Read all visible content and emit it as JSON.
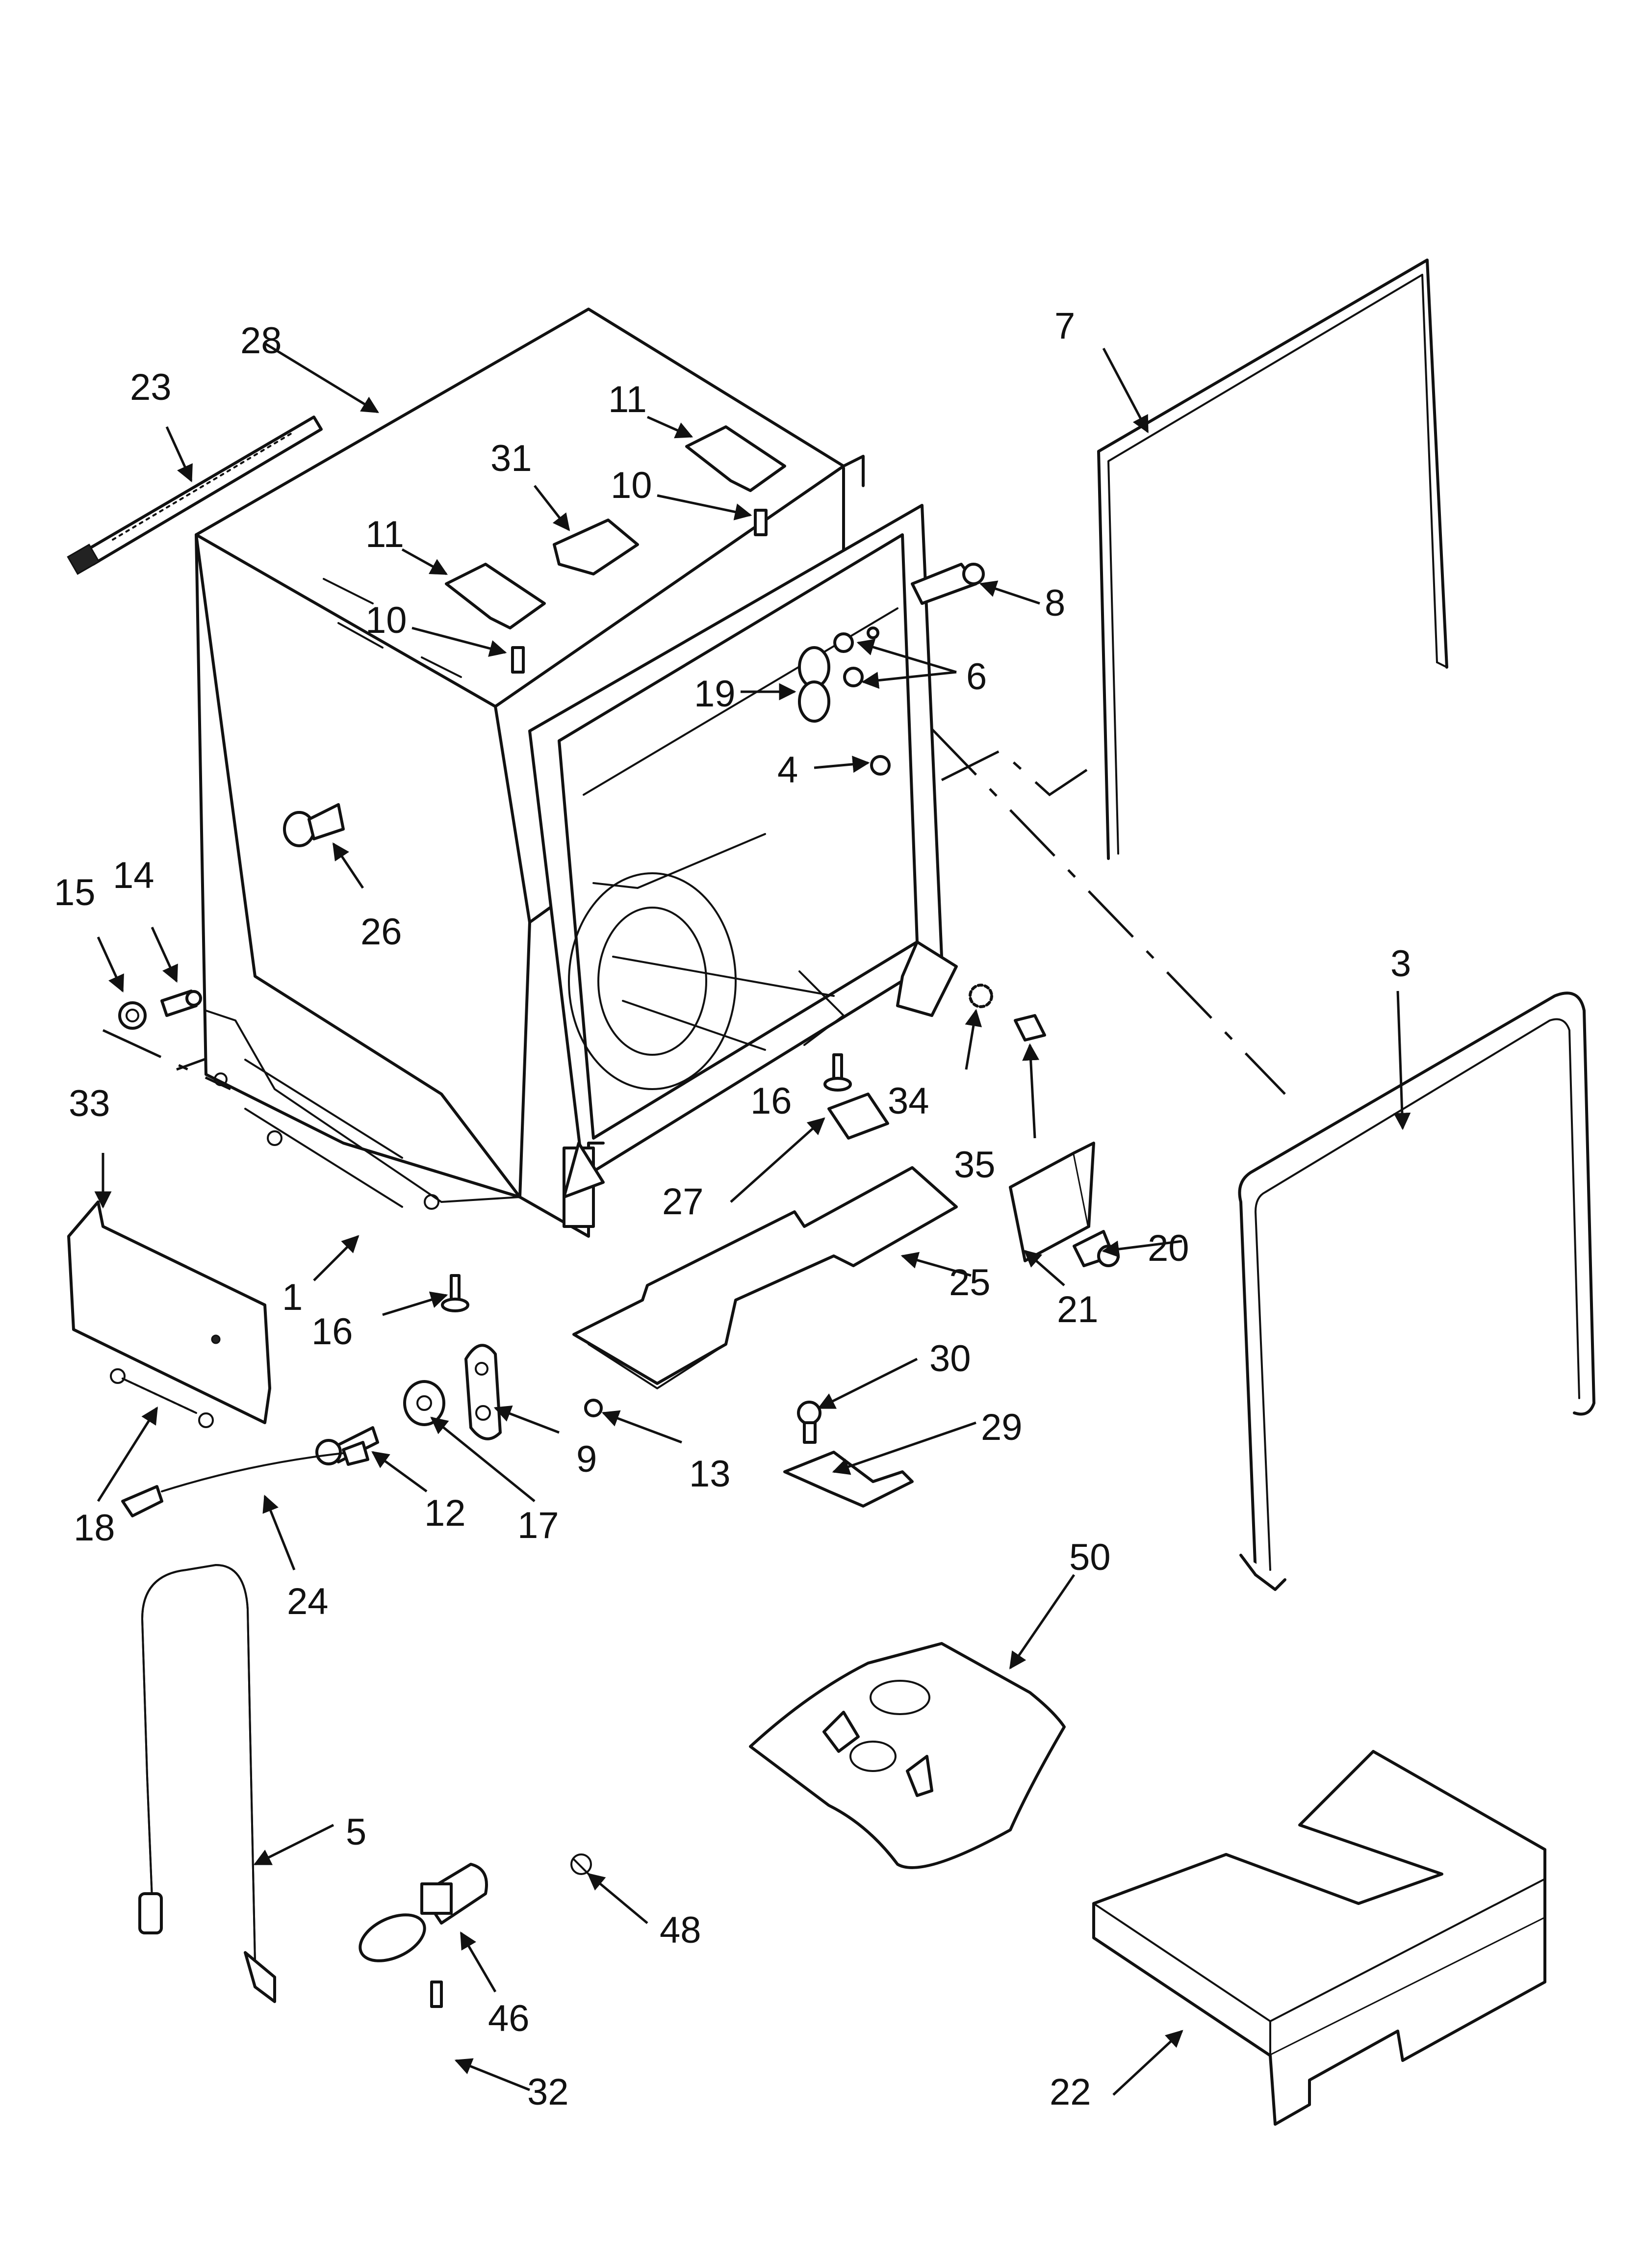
{
  "callouts": {
    "c1": "1",
    "c3": "3",
    "c4": "4",
    "c5": "5",
    "c6": "6",
    "c7": "7",
    "c8": "8",
    "c9": "9",
    "c10a": "10",
    "c10b": "10",
    "c11a": "11",
    "c11b": "11",
    "c12": "12",
    "c13": "13",
    "c14": "14",
    "c15": "15",
    "c16a": "16",
    "c16b": "16",
    "c17": "17",
    "c18": "18",
    "c19": "19",
    "c20": "20",
    "c21": "21",
    "c22": "22",
    "c23": "23",
    "c24": "24",
    "c25": "25",
    "c26": "26",
    "c27": "27",
    "c28": "28",
    "c29": "29",
    "c30": "30",
    "c31": "31",
    "c32": "32",
    "c33": "33",
    "c34": "34",
    "c35": "35",
    "c46": "46",
    "c48": "48",
    "c50": "50"
  }
}
